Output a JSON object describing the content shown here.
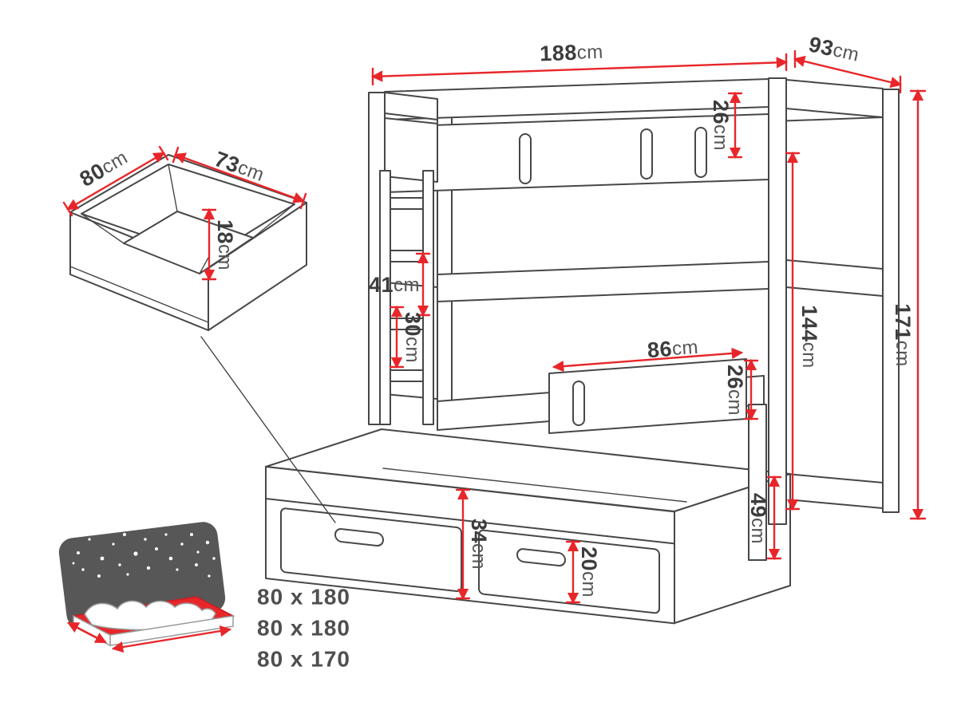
{
  "diagram": {
    "type": "furniture-dimension-diagram",
    "subject": "triple-bunk-bed-with-trundle-and-drawers",
    "colors": {
      "dimension_line": "#e8262a",
      "line_art": "#474747",
      "label_text": "#3d3d3d",
      "mattress_red": "#e8262a",
      "blanket_dark": "#575757"
    },
    "bed": {
      "width": {
        "value": "188",
        "unit": "cm"
      },
      "depth": {
        "value": "93",
        "unit": "cm"
      },
      "top_rail_height": {
        "value": "26",
        "unit": "cm"
      },
      "total_height": {
        "value": "171",
        "unit": "cm"
      },
      "inner_height": {
        "value": "144",
        "unit": "cm"
      },
      "guard_rail_length": {
        "value": "86",
        "unit": "cm"
      },
      "guard_rail_height": {
        "value": "26",
        "unit": "cm"
      },
      "clearance_height": {
        "value": "49",
        "unit": "cm"
      },
      "shelf_gap_upper": {
        "value": "41",
        "unit": "cm"
      },
      "shelf_gap_lower": {
        "value": "30",
        "unit": "cm"
      },
      "trundle_height": {
        "value": "34",
        "unit": "cm"
      },
      "drawer_height": {
        "value": "20",
        "unit": "cm"
      }
    },
    "drawer_box": {
      "depth": {
        "value": "80",
        "unit": "cm"
      },
      "width": {
        "value": "73",
        "unit": "cm"
      },
      "height": {
        "value": "18",
        "unit": "cm"
      }
    },
    "mattress_sizes": [
      "80 x 180",
      "80 x 180",
      "80 x 170"
    ]
  }
}
